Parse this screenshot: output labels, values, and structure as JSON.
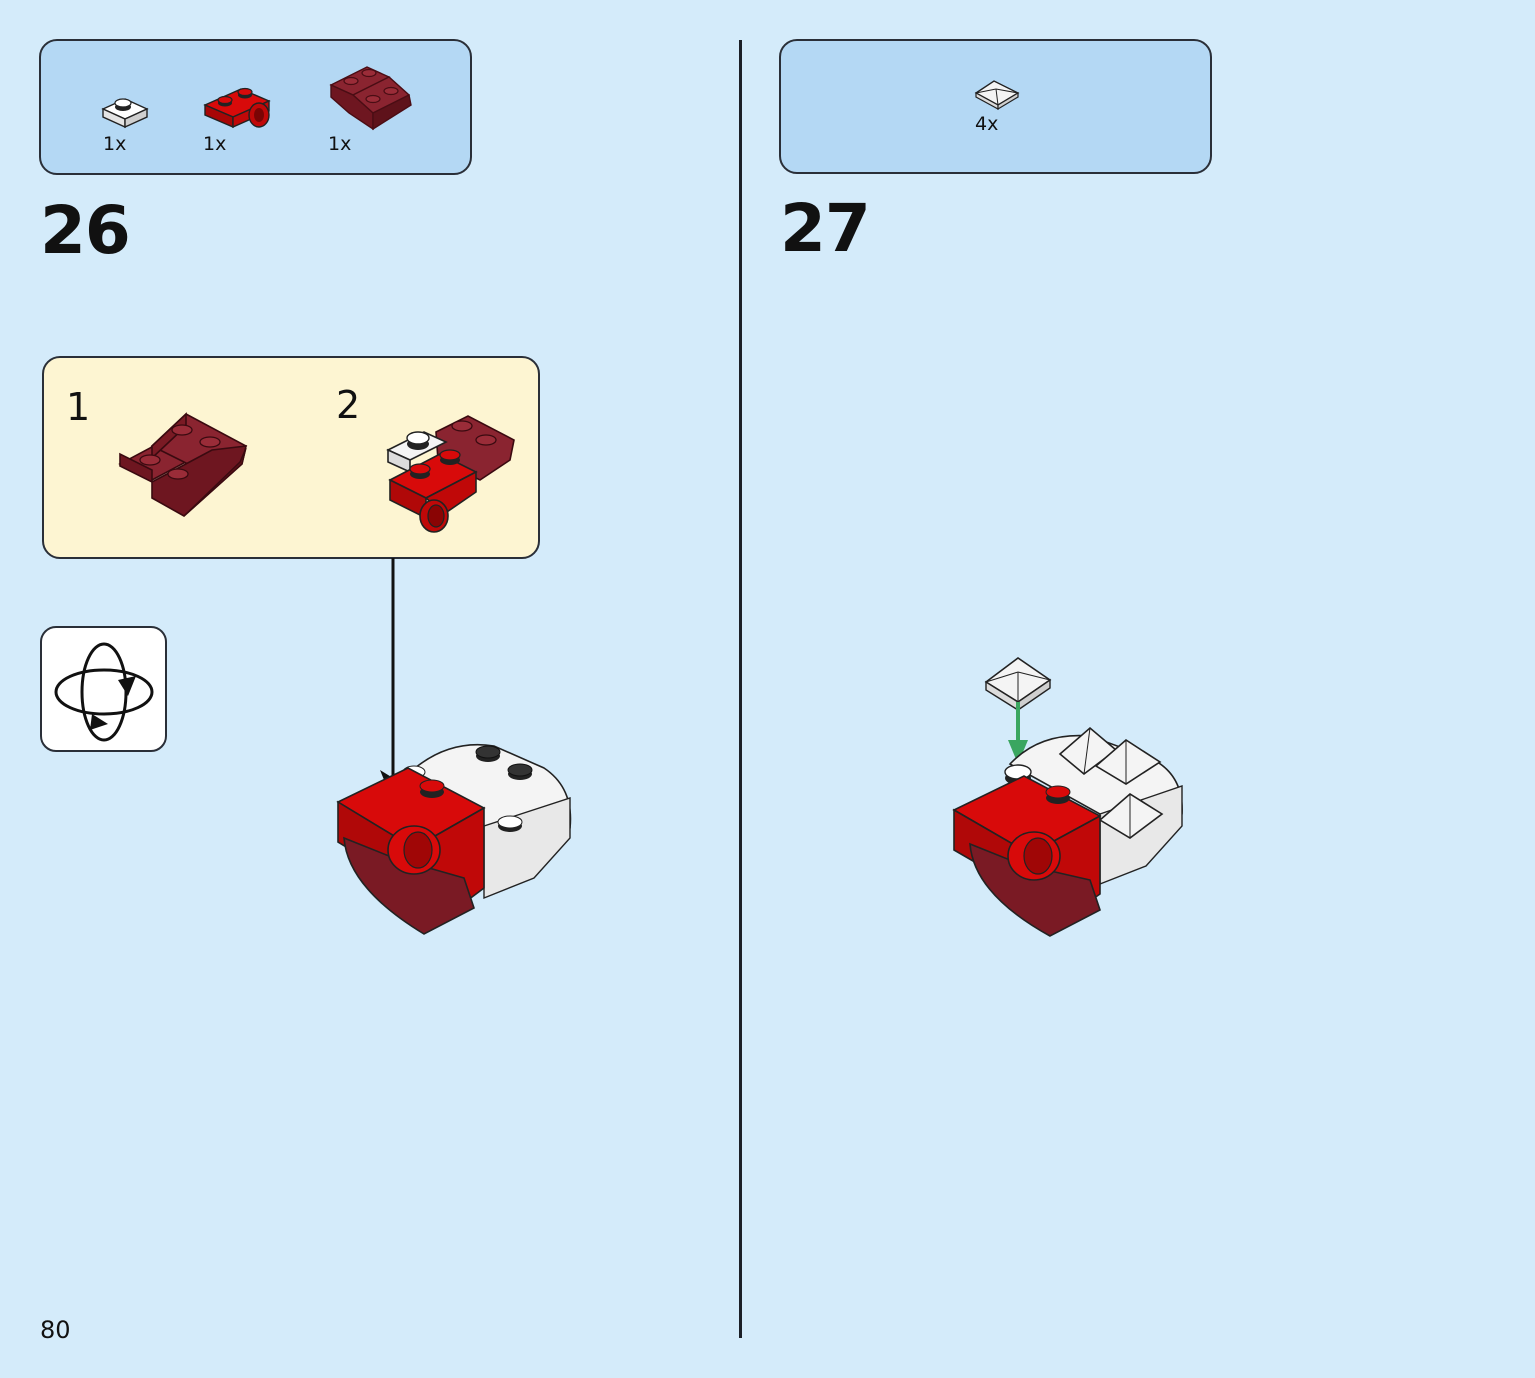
{
  "page_number": "80",
  "steps": [
    {
      "number": "26",
      "parts": [
        {
          "icon": "white-round-plate-icon",
          "qty": "1x"
        },
        {
          "icon": "red-plate-with-pin-hole-icon",
          "qty": "1x"
        },
        {
          "icon": "dark-red-inverted-slope-icon",
          "qty": "1x"
        }
      ],
      "substeps": [
        "1",
        "2"
      ]
    },
    {
      "number": "27",
      "parts": [
        {
          "icon": "white-pyramid-tile-icon",
          "qty": "4x"
        }
      ]
    }
  ],
  "colors": {
    "background": "#d4ebfa",
    "parts_callout": "#b4d8f4",
    "substep_callout": "#fdf5d2",
    "brick_red": "#d80a0a",
    "brick_dark_red": "#7a1a24",
    "brick_white": "#f4f4f4",
    "placement_arrow": "#3aa660"
  }
}
